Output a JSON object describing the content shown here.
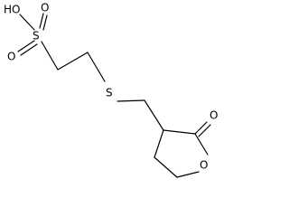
{
  "molecule": {
    "atoms": {
      "hydroxyl": "HO",
      "sulfur_sulfonyl": "S",
      "oxygen_sulfonyl_top": "O",
      "oxygen_sulfonyl_bottom": "O",
      "sulfur_thioether": "S",
      "oxygen_carbonyl": "O",
      "oxygen_ring": "O"
    }
  }
}
